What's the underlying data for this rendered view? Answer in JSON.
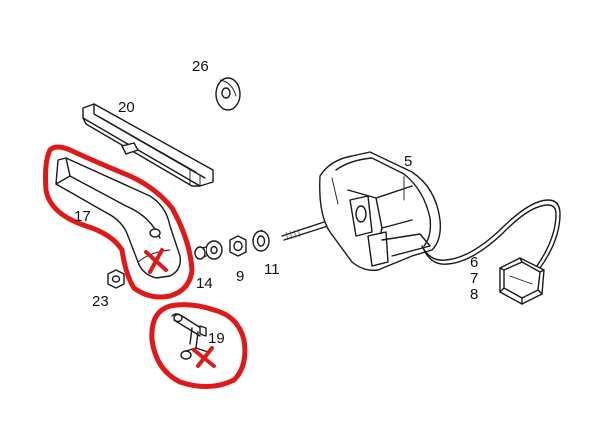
{
  "colors": {
    "line": "#1a1a1a",
    "label": "#111111",
    "markup": "#e01818",
    "background": "#ffffff"
  },
  "parts": {
    "p26": "26",
    "p20": "20",
    "p5": "5",
    "p17": "17",
    "p14": "14",
    "p9": "9",
    "p11": "11",
    "p6": "6",
    "p7": "7",
    "p8": "8",
    "p23": "23",
    "p19": "19"
  },
  "markup": {
    "circled_parts": [
      "17",
      "19"
    ],
    "cross_marks": 2
  }
}
